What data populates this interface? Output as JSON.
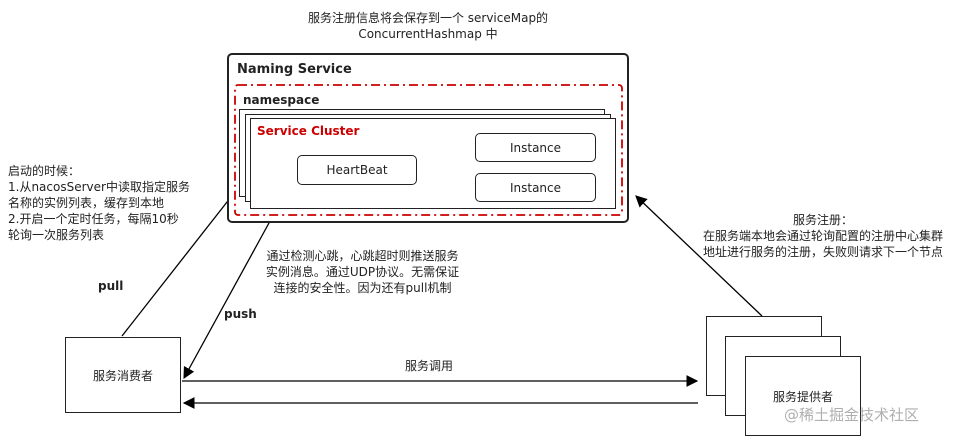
{
  "top_note": "服务注册信息将会保存到一个 serviceMap的\nConcurrentHashmap 中",
  "naming_service": {
    "title": "Naming Service"
  },
  "namespace": {
    "title": "namespace"
  },
  "service_cluster": {
    "title": "Service Cluster",
    "heartbeat": "HeartBeat",
    "instances": [
      "Instance",
      "Instance"
    ]
  },
  "left_note": "启动的时候：\n1.从nacosServer中读取指定服务\n名称的实例列表，缓存到本地\n2.开启一个定时任务，每隔10秒\n轮询一次服务列表",
  "pull_label": "pull",
  "push_label": "push",
  "middle_note": "通过检测心跳，心跳超时则推送服务\n实例消息。通过UDP协议。无需保证\n连接的安全性。因为还有pull机制",
  "right_note": "服务注册：\n在服务端本地会通过轮询配置的注册中心集群\n地址进行服务的注册，失败则请求下一个节点",
  "consumer": "服务消费者",
  "call_label": "服务调用",
  "provider": "服务提供者",
  "watermark": "@稀土掘金技术社区",
  "colors": {
    "dash_red": "#cc0000",
    "cluster_title": "#cc0000",
    "stroke": "#000000"
  }
}
